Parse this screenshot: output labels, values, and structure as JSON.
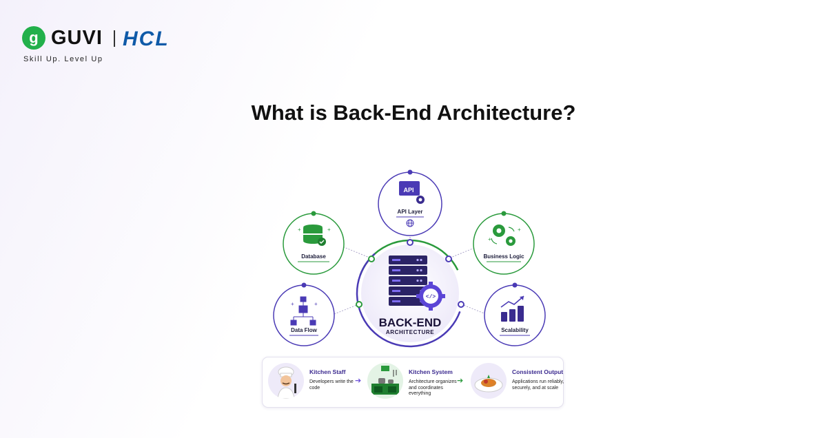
{
  "brand": {
    "logo_letter": "g",
    "name": "GUVI",
    "partner": "HCL",
    "tagline": "Skill Up. Level Up"
  },
  "page": {
    "title": "What is Back-End Architecture?"
  },
  "diagram": {
    "hub": {
      "title": "BACK-END",
      "subtitle": "ARCHITECTURE"
    },
    "components": [
      {
        "label": "API Layer",
        "icon": "api-window-icon",
        "accent": "#4a3ab5"
      },
      {
        "label": "Database",
        "icon": "database-icon",
        "accent": "#2a9a3c"
      },
      {
        "label": "Business Logic",
        "icon": "gears-icon",
        "accent": "#2a9a3c"
      },
      {
        "label": "Data Flow",
        "icon": "flowchart-icon",
        "accent": "#4a3ab5"
      },
      {
        "label": "Scalability",
        "icon": "growth-chart-icon",
        "accent": "#4a3ab5"
      }
    ],
    "colors": {
      "purple": "#4a3ab5",
      "green": "#2a9a3c",
      "dark": "#1a1238"
    }
  },
  "analogy": [
    {
      "title": "Kitchen Staff",
      "description": "Developers write the code",
      "icon": "chef-icon"
    },
    {
      "title": "Kitchen System",
      "description": "Architecture organizes and coordinates everything",
      "icon": "kitchen-icon"
    },
    {
      "title": "Consistent Output",
      "description": "Applications run reliably, securely, and at scale",
      "icon": "dish-icon"
    }
  ]
}
